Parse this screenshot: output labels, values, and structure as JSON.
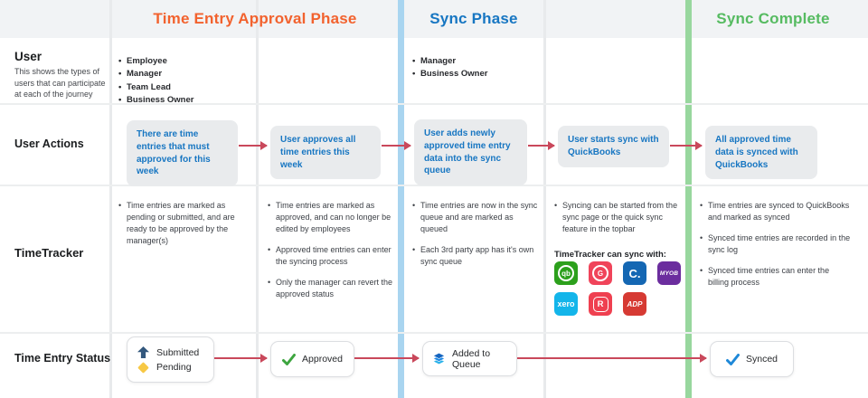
{
  "phases": [
    {
      "label": "Time Entry Approval Phase",
      "color": "#f2622e"
    },
    {
      "label": "Sync Phase",
      "color": "#1776c2"
    },
    {
      "label": "Sync Complete",
      "color": "#56bb61"
    }
  ],
  "row_labels": {
    "user_title": "User",
    "user_description": "This shows the types of users that can participate at each of the journey",
    "user_actions": "User Actions",
    "timetracker": "TimeTracker",
    "status": "Time Entry Status"
  },
  "users": {
    "approval_phase": [
      "Employee",
      "Manager",
      "Team Lead",
      "Business Owner"
    ],
    "sync_phase": [
      "Manager",
      "Business Owner"
    ]
  },
  "user_actions": {
    "text_color": "#1776c2",
    "steps": [
      "There are time entries that must approved for this week",
      "User approves all time entries this week",
      "User adds newly approved time entry data into the sync queue",
      "User starts sync with QuickBooks",
      "All approved time data is synced with QuickBooks"
    ]
  },
  "timetracker": {
    "approval_col1": [
      "Time entries are marked as pending or submitted, and are ready to be approved by the manager(s)"
    ],
    "approval_col2": [
      "Time entries are marked as approved, and can no longer be edited by employees",
      "Approved time entries can enter the syncing process",
      "Only the manager can revert the approved status"
    ],
    "sync_col1": [
      "Time entries are now in the sync queue and are marked as queued",
      "Each 3rd party app has it's own sync queue"
    ],
    "sync_col2": [
      "Syncing can be started from the sync page or the quick sync feature in the topbar"
    ],
    "sync_with_label": "TimeTracker can sync with:",
    "apps": [
      {
        "glyph": "qb",
        "color": "#2ca01c"
      },
      {
        "glyph": "G",
        "color": "#f0445a"
      },
      {
        "glyph": "C.",
        "color": "#1467b3"
      },
      {
        "glyph": "MYOB",
        "color": "#6b2d9e"
      },
      {
        "glyph": "xero",
        "color": "#13b5ea"
      },
      {
        "glyph": "R",
        "color": "#ef4050"
      },
      {
        "glyph": "ADP",
        "color": "#d63a33"
      }
    ],
    "complete_col": [
      "Time entries are synced to QuickBooks and marked as synced",
      "Synced time entries are recorded in the sync log",
      "Synced time entries can enter the billing process"
    ]
  },
  "statuses": {
    "submitted": {
      "label": "Submitted",
      "color": "#33587d"
    },
    "pending": {
      "label": "Pending",
      "color": "#f7c844"
    },
    "approved": {
      "label": "Approved",
      "color": "#3da53f"
    },
    "queued": {
      "label": "Added to Queue",
      "layer_top": "#1565c0",
      "layer_mid": "#1e88e5",
      "layer_bottom": "#2bb3ea"
    },
    "synced": {
      "label": "Synced",
      "color": "#1e88d8"
    }
  },
  "lines": {
    "sync_divider": "#a9d5f0",
    "complete_divider": "#98d79e",
    "arrow": "#c9485b"
  }
}
